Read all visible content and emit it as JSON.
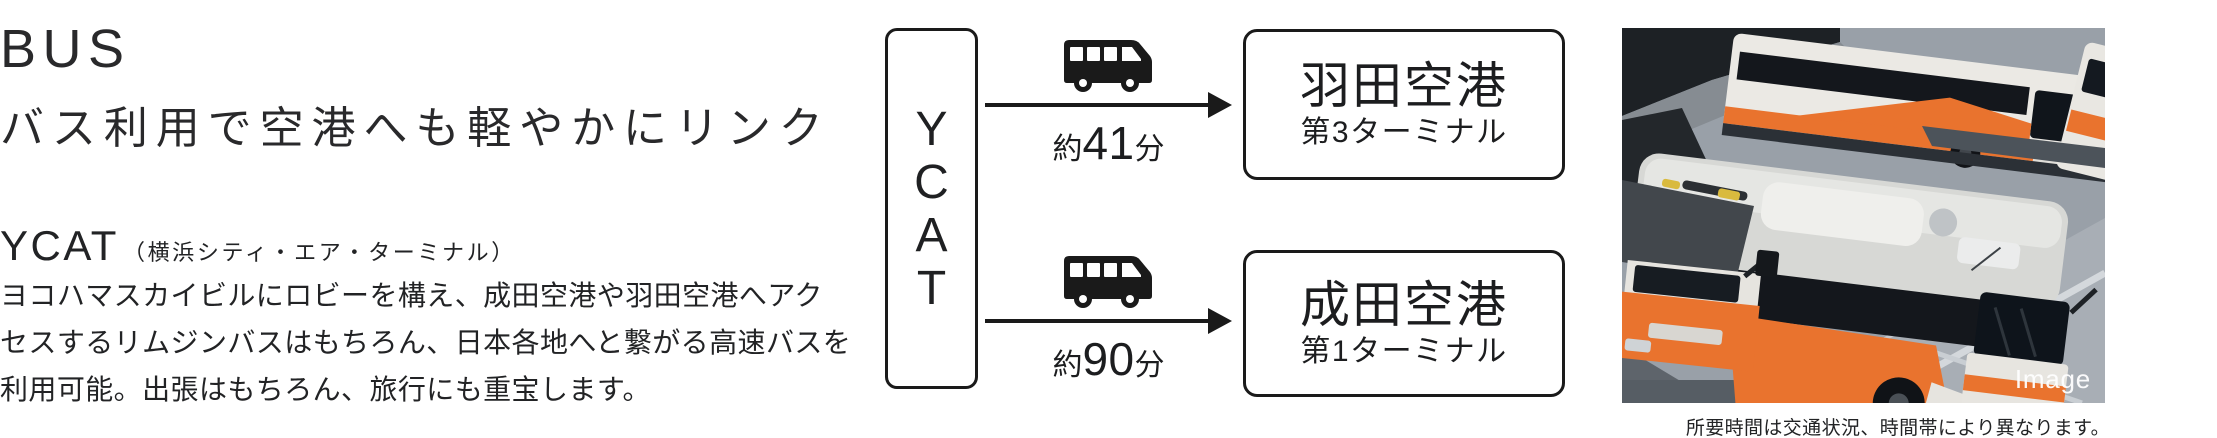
{
  "header": {
    "title": "BUS",
    "subtitle": "バス利用で空港へも軽やかにリンク"
  },
  "ycat": {
    "name": "YCAT",
    "reading": "（横浜シティ・エア・ターミナル）",
    "description_lines": [
      "ヨコハマスカイビルにロビーを構え、成田空港や羽田空港へアク",
      "セスするリムジンバスはもちろん、日本各地へと繋がる高速バスを",
      "利用可能。出張はもちろん、旅行にも重宝します。"
    ]
  },
  "diagram": {
    "origin": {
      "label": "YCAT",
      "letters": [
        "Y",
        "C",
        "A",
        "T"
      ]
    },
    "routes": [
      {
        "icon": "bus-icon",
        "duration_prefix": "約",
        "duration_value": "41",
        "duration_suffix": "分",
        "destination_name": "羽田空港",
        "destination_terminal": "第3ターミナル"
      },
      {
        "icon": "bus-icon",
        "duration_prefix": "約",
        "duration_value": "90",
        "duration_suffix": "分",
        "destination_name": "成田空港",
        "destination_terminal": "第1ターミナル"
      }
    ]
  },
  "photo": {
    "label": "Image",
    "caption": "所要時間は交通状況、時間帯により異なります。"
  },
  "colors": {
    "ink": "#222325",
    "line": "#1a1a1a",
    "bus_orange": "#e9732e",
    "pavement": "#99a0a8"
  }
}
